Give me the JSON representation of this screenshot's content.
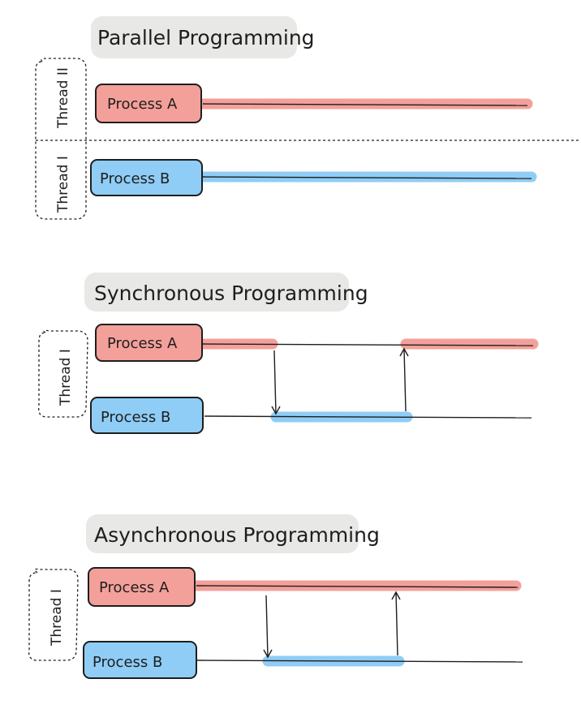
{
  "colors": {
    "process_a_fill": "#f4a09a",
    "process_b_fill": "#8fcdf6",
    "title_bg": "#e8e8e6",
    "stroke": "#1e1e1e"
  },
  "sections": {
    "parallel": {
      "title": "Parallel Programming",
      "thread_top_label": "Thread II",
      "thread_bottom_label": "Thread I",
      "process_a_label": "Process A",
      "process_b_label": "Process B"
    },
    "synchronous": {
      "title": "Synchronous Programming",
      "thread_label": "Thread I",
      "process_a_label": "Process A",
      "process_b_label": "Process B"
    },
    "asynchronous": {
      "title": "Asynchronous Programming",
      "thread_label": "Thread I",
      "process_a_label": "Process A",
      "process_b_label": "Process B"
    }
  }
}
